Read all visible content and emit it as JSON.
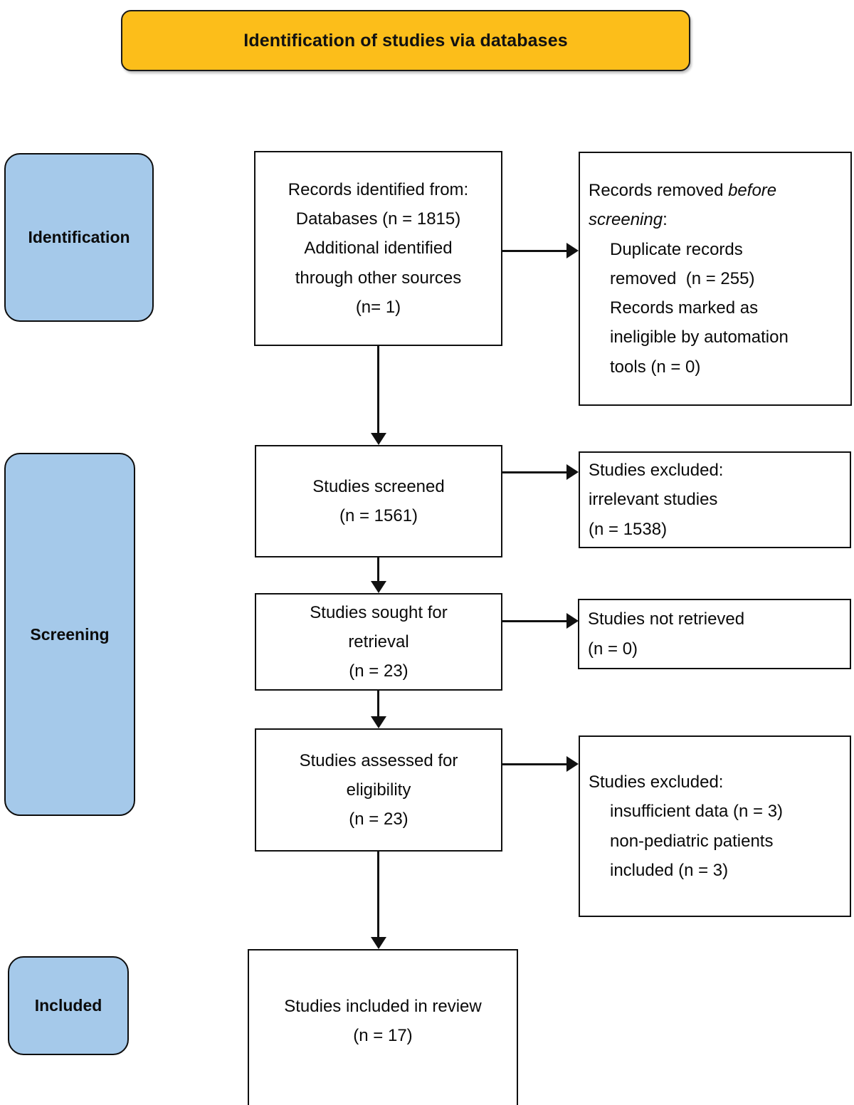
{
  "header": {
    "title": "Identification of studies via databases",
    "bg_color": "#FCBE1A"
  },
  "phases": {
    "identification": {
      "label": "Identification"
    },
    "screening": {
      "label": "Screening"
    },
    "included": {
      "label": "Included"
    },
    "bg_color": "#A5C9EA"
  },
  "flow": {
    "records_identified": {
      "line1": "Records identified from:",
      "line2": "Databases (n = 1815)",
      "line3": "Additional identified",
      "line4": "through other sources",
      "line5": "(n= 1)"
    },
    "records_removed": {
      "line1_prefix": "Records removed ",
      "line1_italic": "before",
      "line2_italic": "screening",
      "line2_suffix": ":",
      "line3": "Duplicate records",
      "line4": "removed  (n = 255)",
      "line5": "Records marked as",
      "line6": "ineligible by automation",
      "line7": "tools (n = 0)"
    },
    "studies_screened": {
      "line1": "Studies screened",
      "line2": "(n = 1561)"
    },
    "studies_excluded_irrelevant": {
      "line1": "Studies excluded:",
      "line2": "irrelevant studies",
      "line3": "(n = 1538)"
    },
    "studies_sought": {
      "line1": "Studies sought for",
      "line2": "retrieval",
      "line3": "(n = 23)"
    },
    "studies_not_retrieved": {
      "line1": "Studies not retrieved",
      "line2": "(n = 0)"
    },
    "studies_assessed": {
      "line1": "Studies assessed for",
      "line2": "eligibility",
      "line3": "(n = 23)"
    },
    "studies_excluded_eligibility": {
      "line1": "Studies excluded:",
      "line2": "insufficient data (n = 3)",
      "line3": "non-pediatric patients",
      "line4": "included (n = 3)"
    },
    "studies_included": {
      "line1": "Studies included in review",
      "line2": "(n = 17)"
    }
  },
  "chart_data": {
    "type": "diagram",
    "title": "Identification of studies via databases",
    "nodes": [
      {
        "id": "records_identified",
        "phase": "Identification",
        "column": "main",
        "counts": {
          "databases": 1815,
          "other_sources": 1
        }
      },
      {
        "id": "records_removed",
        "phase": "Identification",
        "column": "side",
        "counts": {
          "duplicates_removed": 255,
          "ineligible_by_automation_tools": 0
        }
      },
      {
        "id": "studies_screened",
        "phase": "Screening",
        "column": "main",
        "counts": {
          "n": 1561
        }
      },
      {
        "id": "studies_excluded_irrelevant",
        "phase": "Screening",
        "column": "side",
        "counts": {
          "n": 1538
        }
      },
      {
        "id": "studies_sought",
        "phase": "Screening",
        "column": "main",
        "counts": {
          "n": 23
        }
      },
      {
        "id": "studies_not_retrieved",
        "phase": "Screening",
        "column": "side",
        "counts": {
          "n": 0
        }
      },
      {
        "id": "studies_assessed",
        "phase": "Screening",
        "column": "main",
        "counts": {
          "n": 23
        }
      },
      {
        "id": "studies_excluded_eligibility",
        "phase": "Screening",
        "column": "side",
        "counts": {
          "insufficient_data": 3,
          "non_pediatric_patients_included": 3
        }
      },
      {
        "id": "studies_included",
        "phase": "Included",
        "column": "main",
        "counts": {
          "n": 17
        }
      }
    ],
    "edges": [
      {
        "from": "records_identified",
        "to": "records_removed",
        "direction": "right"
      },
      {
        "from": "records_identified",
        "to": "studies_screened",
        "direction": "down"
      },
      {
        "from": "studies_screened",
        "to": "studies_excluded_irrelevant",
        "direction": "right"
      },
      {
        "from": "studies_screened",
        "to": "studies_sought",
        "direction": "down"
      },
      {
        "from": "studies_sought",
        "to": "studies_not_retrieved",
        "direction": "right"
      },
      {
        "from": "studies_sought",
        "to": "studies_assessed",
        "direction": "down"
      },
      {
        "from": "studies_assessed",
        "to": "studies_excluded_eligibility",
        "direction": "right"
      },
      {
        "from": "studies_assessed",
        "to": "studies_included",
        "direction": "down"
      }
    ]
  }
}
